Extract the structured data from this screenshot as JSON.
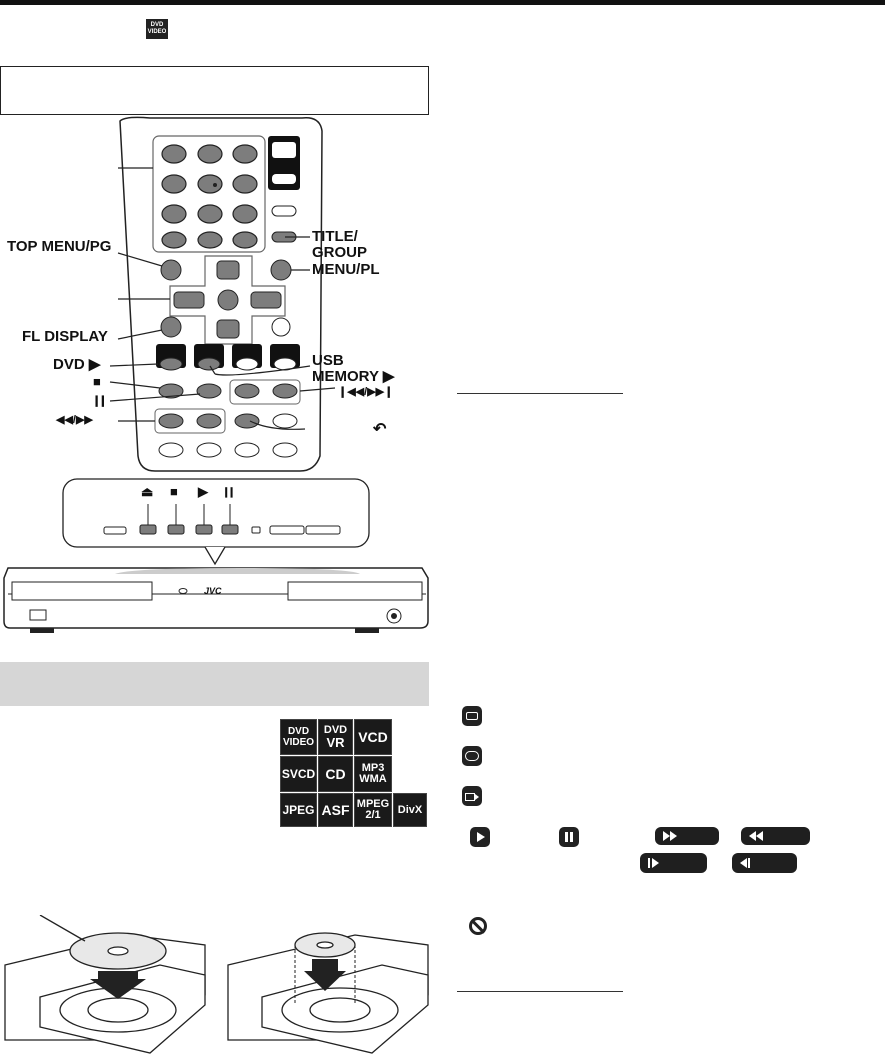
{
  "header": {
    "dvd_icon_text": [
      "DVD",
      "VIDEO"
    ]
  },
  "remote_labels": {
    "top_menu": "TOP MENU/PG",
    "fl_display": "FL DISPLAY",
    "dvd_play": "DVD ▶",
    "stop": "■",
    "pause": "❙❙",
    "rew_ff": "◀◀/▶▶",
    "title_group": [
      "TITLE/",
      "GROUP"
    ],
    "menu_pl": "MENU/PL",
    "usb_memory": [
      "USB",
      "MEMORY ▶"
    ],
    "skip": "❙◀◀/▶▶❙",
    "return_symbol": "↶"
  },
  "front_panel_symbols": [
    "⏏",
    "■",
    "▶",
    "❙❙"
  ],
  "player_brand": "JVC",
  "disc_badges": [
    [
      "DVD VIDEO",
      "DVD VR",
      "VCD"
    ],
    [
      "SVCD",
      "CD",
      "MP3 WMA"
    ],
    [
      "JPEG",
      "ASF",
      "MPEG 2/1",
      "DivX"
    ]
  ],
  "icon_list": [
    "subtitle-icon",
    "audio-icon",
    "angle-icon",
    "play-icon",
    "pause-icon",
    "fast-forward-icon",
    "rewind-icon",
    "slow-forward-icon",
    "slow-reverse-icon",
    "prohibited-icon"
  ],
  "colors": {
    "badge_bg": "#1a1a1a",
    "section_gray": "#d6d6d6",
    "button_gray": "#808080"
  }
}
